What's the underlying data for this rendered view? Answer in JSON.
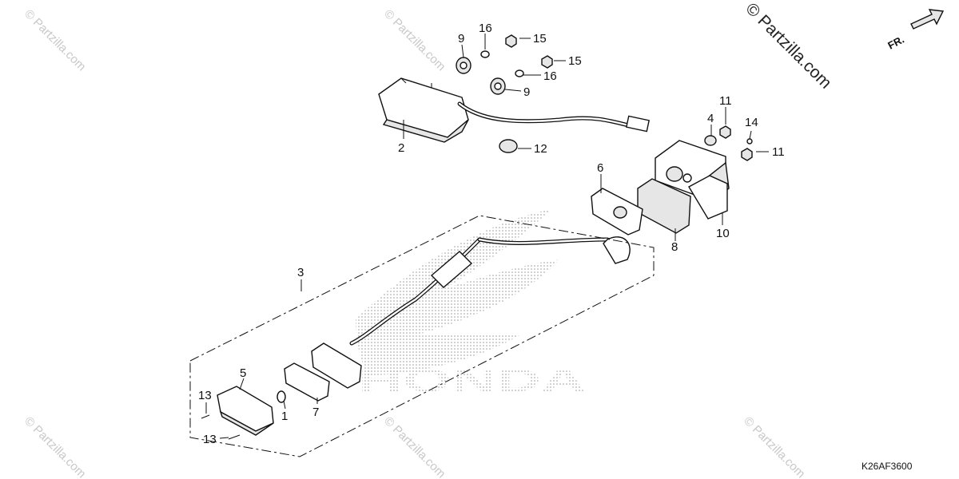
{
  "watermark": {
    "small": "© Partzilla.com",
    "large": "© Partzilla.com"
  },
  "brand_background": "HONDA",
  "direction_label": "FR.",
  "diagram_code": "K26AF3600",
  "callouts": {
    "c1": "1",
    "c2": "2",
    "c3": "3",
    "c4": "4",
    "c5": "5",
    "c6": "6",
    "c7": "7",
    "c8": "8",
    "c9a": "9",
    "c9b": "9",
    "c10": "10",
    "c11a": "11",
    "c11b": "11",
    "c12": "12",
    "c13a": "13",
    "c13b": "13",
    "c14": "14",
    "c15a": "15",
    "c15b": "15",
    "c16a": "16",
    "c16b": "16"
  }
}
